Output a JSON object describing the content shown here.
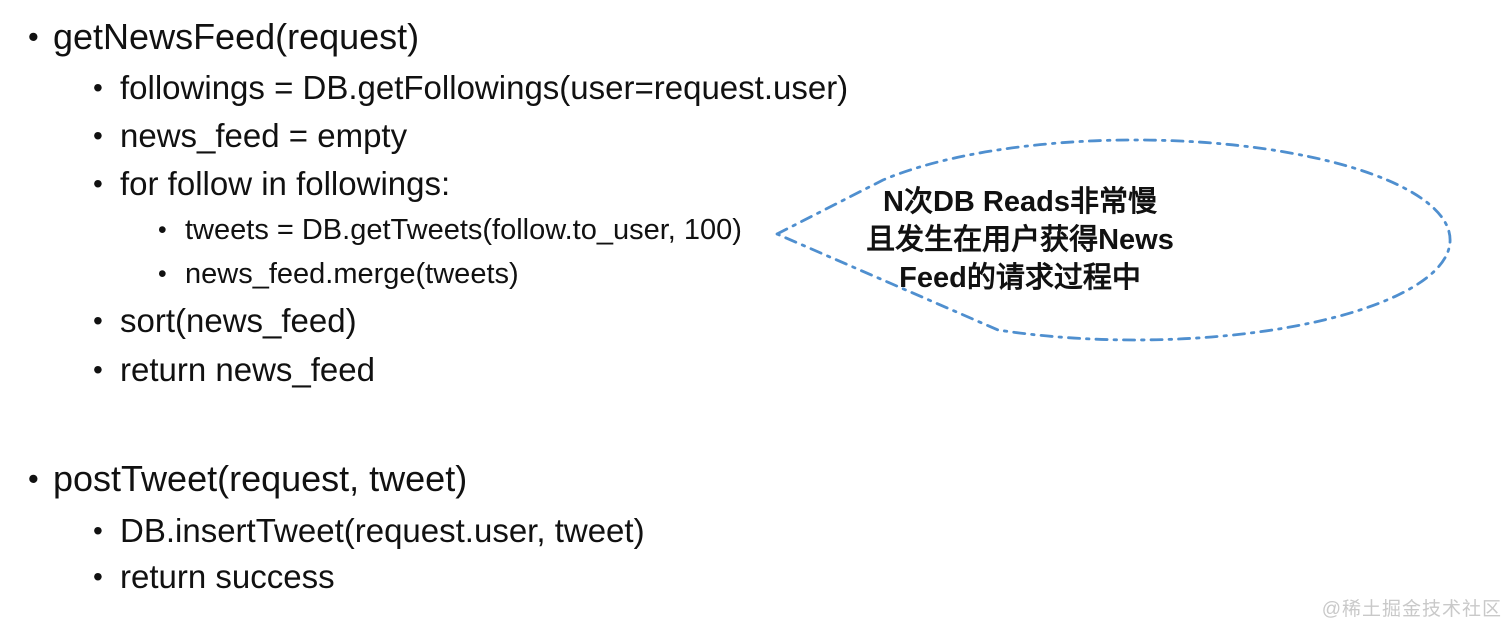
{
  "page": {
    "background": "#ffffff"
  },
  "colors": {
    "text": "#111111",
    "background": "#ffffff",
    "callout_blue": "#4f8fcf",
    "watermark_gray": "#c9c9c9"
  },
  "list": {
    "bullet": "•",
    "items": [
      {
        "level": 1,
        "text": "getNewsFeed(request)"
      },
      {
        "level": 2,
        "text": "followings = DB.getFollowings(user=request.user)"
      },
      {
        "level": 2,
        "text": "news_feed = empty"
      },
      {
        "level": 2,
        "text": "for follow in followings:"
      },
      {
        "level": 3,
        "text": "tweets = DB.getTweets(follow.to_user, 100)"
      },
      {
        "level": 3,
        "text": "news_feed.merge(tweets)"
      },
      {
        "level": 2,
        "text": "sort(news_feed)"
      },
      {
        "level": 2,
        "text": "return news_feed"
      },
      {
        "level": 1,
        "text": "postTweet(request, tweet)"
      },
      {
        "level": 2,
        "text": "DB.insertTweet(request.user, tweet)"
      },
      {
        "level": 2,
        "text": "return success"
      }
    ]
  },
  "callout": {
    "shape": "dash-dot ellipse speech bubble pointing left at the getTweets line",
    "border_color": "#4f8fcf",
    "lines": [
      "N次DB Reads非常慢",
      "且发生在用户获得News",
      "Feed的请求过程中"
    ]
  },
  "watermark": {
    "text": "@稀土掘金技术社区"
  }
}
